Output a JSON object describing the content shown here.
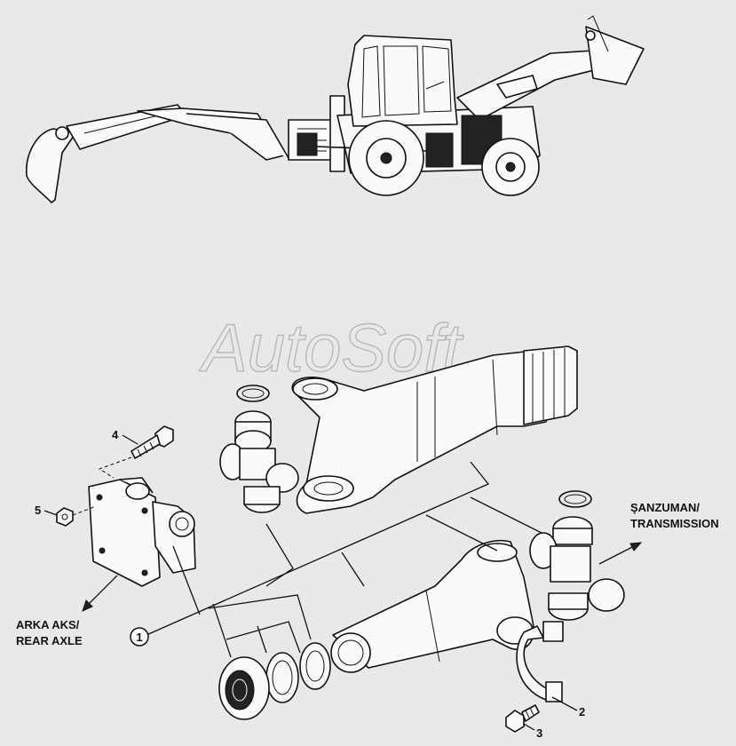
{
  "watermark": "AutoSoft",
  "labels": {
    "transmission_line1": "ŞANZUMAN/",
    "transmission_line2": "TRANSMISSION",
    "rear_axle_line1": "ARKA AKS/",
    "rear_axle_line2": "REAR AXLE"
  },
  "callouts": {
    "item1": "1",
    "item2": "2",
    "item3": "3",
    "item4": "4",
    "item5": "5"
  }
}
